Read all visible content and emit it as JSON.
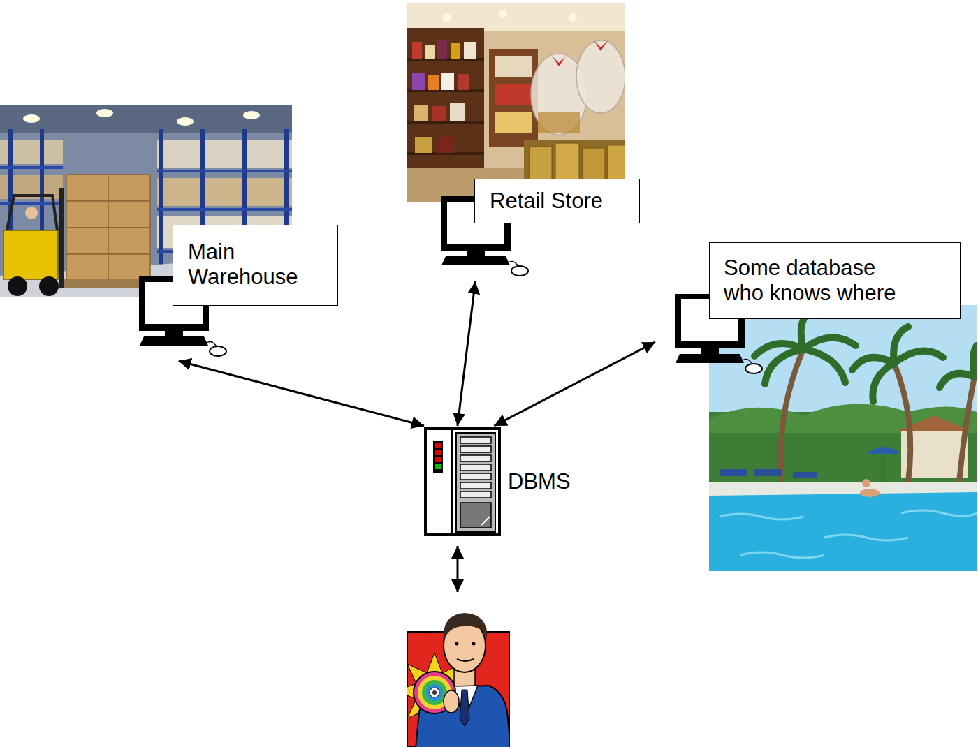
{
  "diagram": {
    "nodes": [
      {
        "text": [
          "Retail Store"
        ]
      },
      {
        "text": [
          "Main Warehouse"
        ]
      },
      {
        "text": [
          "Some database who knows where"
        ]
      },
      {
        "text": [
          "DBMS"
        ]
      }
    ],
    "edges": [
      {
        "from": 0,
        "to": 3,
        "arrow": "both"
      },
      {
        "from": 1,
        "to": 3,
        "arrow": "both"
      },
      {
        "from": 2,
        "to": 3,
        "arrow": "both"
      }
    ]
  }
}
